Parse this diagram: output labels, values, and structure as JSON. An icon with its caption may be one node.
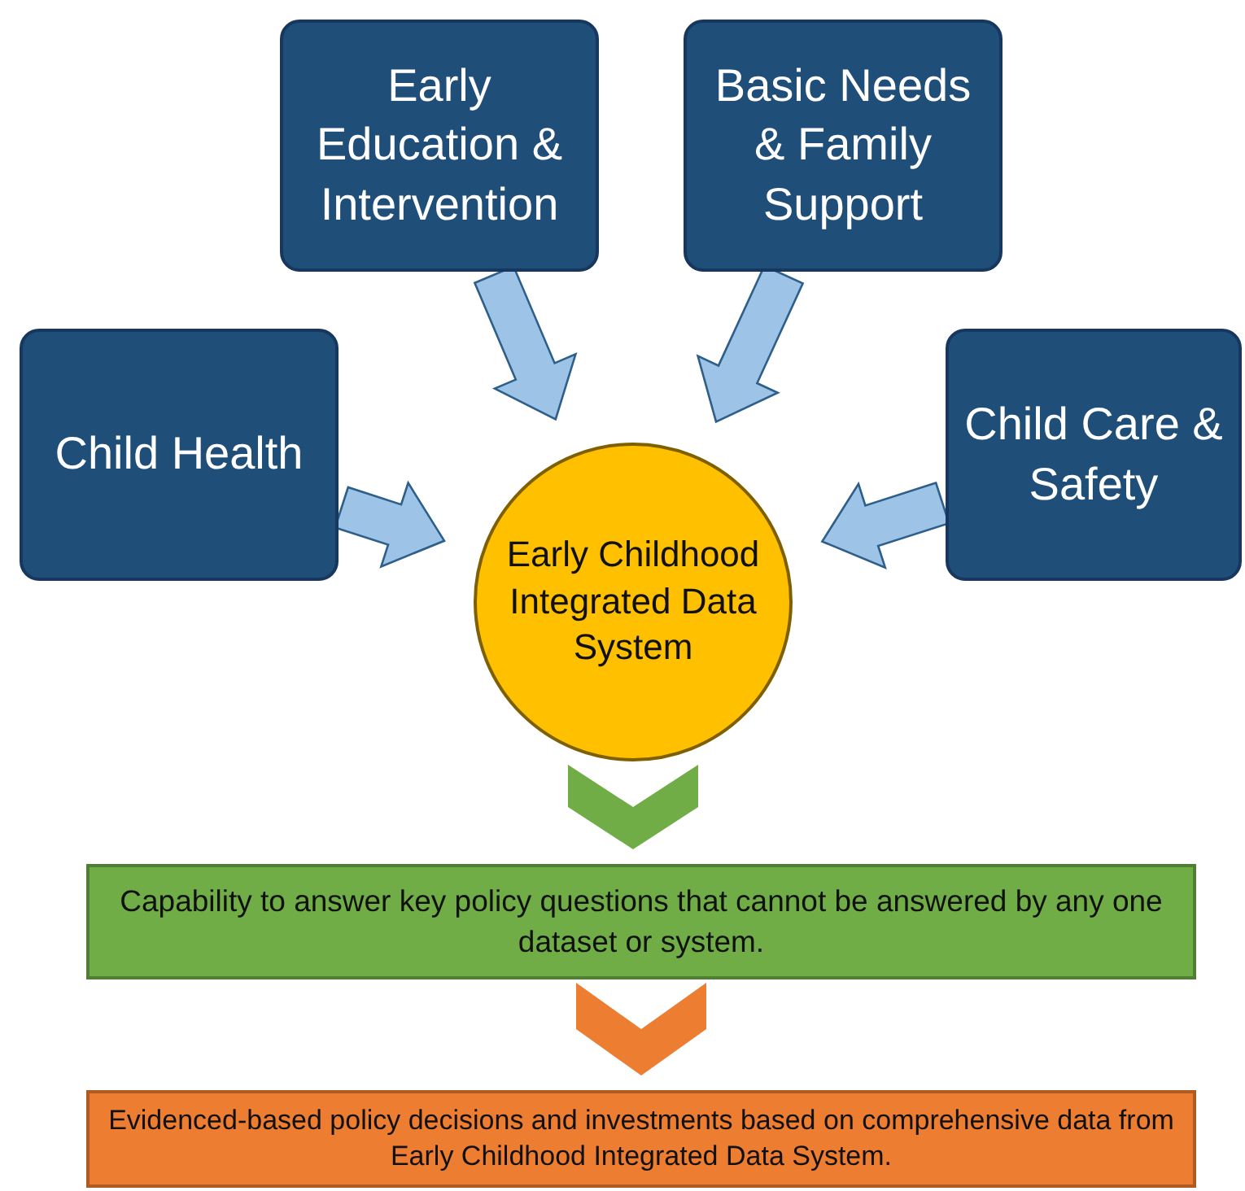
{
  "diagram": {
    "nodes": [
      {
        "text": [
          "Early Education & Intervention"
        ]
      },
      {
        "text": [
          "Basic Needs & Family Support"
        ]
      },
      {
        "text": [
          "Child Health"
        ]
      },
      {
        "text": [
          "Child Care & Safety"
        ]
      },
      {
        "text": [
          "Early Childhood Integrated Data System"
        ]
      },
      {
        "text": [
          "Capability to answer key policy questions that cannot be answered by any one dataset or system."
        ]
      },
      {
        "text": [
          "Evidenced-based policy decisions and investments based on comprehensive data from Early Childhood Integrated Data System."
        ]
      }
    ],
    "edges": [
      {
        "from": 0,
        "to": 4,
        "arrow": "to"
      },
      {
        "from": 1,
        "to": 4,
        "arrow": "to"
      },
      {
        "from": 2,
        "to": 4,
        "arrow": "to"
      },
      {
        "from": 3,
        "to": 4,
        "arrow": "to"
      },
      {
        "from": 4,
        "to": 5,
        "arrow": "to",
        "color": "#70ad47"
      },
      {
        "from": 5,
        "to": 6,
        "arrow": "to",
        "color": "#ed7d31"
      }
    ]
  }
}
